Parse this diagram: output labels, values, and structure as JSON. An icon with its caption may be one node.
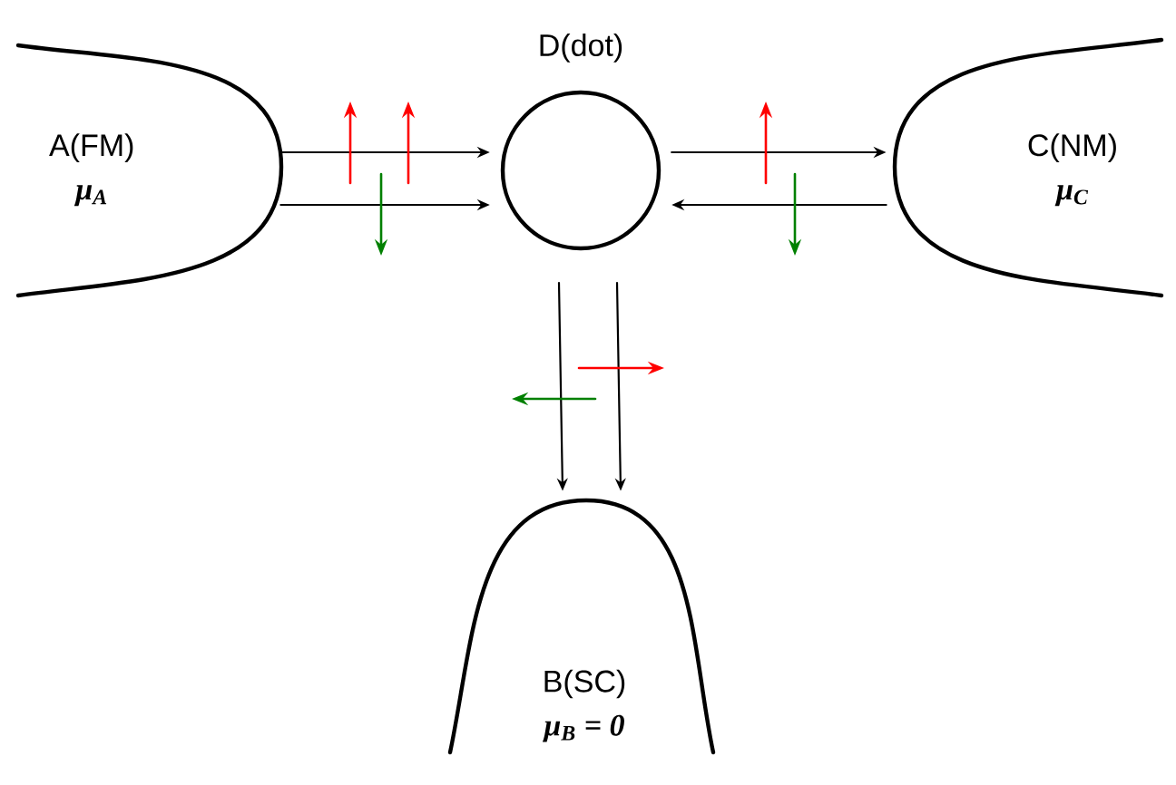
{
  "diagram": {
    "nodes": [
      {
        "text": [
          "A(FM)",
          "μ$_{A}$"
        ]
      },
      {
        "text": [
          "D(dot)"
        ]
      },
      {
        "text": [
          "C(NM)",
          "μ$_{C}$"
        ]
      },
      {
        "text": [
          "B(SC)",
          "μ$_{B}$ = 0"
        ]
      }
    ],
    "edges": [
      {
        "from": 0,
        "to": 1,
        "arrow": "to"
      },
      {
        "from": 0,
        "to": 1,
        "arrow": "to"
      },
      {
        "from": 1,
        "to": 2,
        "arrow": "to"
      },
      {
        "from": 2,
        "to": 1,
        "arrow": "to"
      },
      {
        "from": 1,
        "to": 3,
        "arrow": "to"
      },
      {
        "from": 1,
        "to": 3,
        "arrow": "to"
      }
    ]
  }
}
